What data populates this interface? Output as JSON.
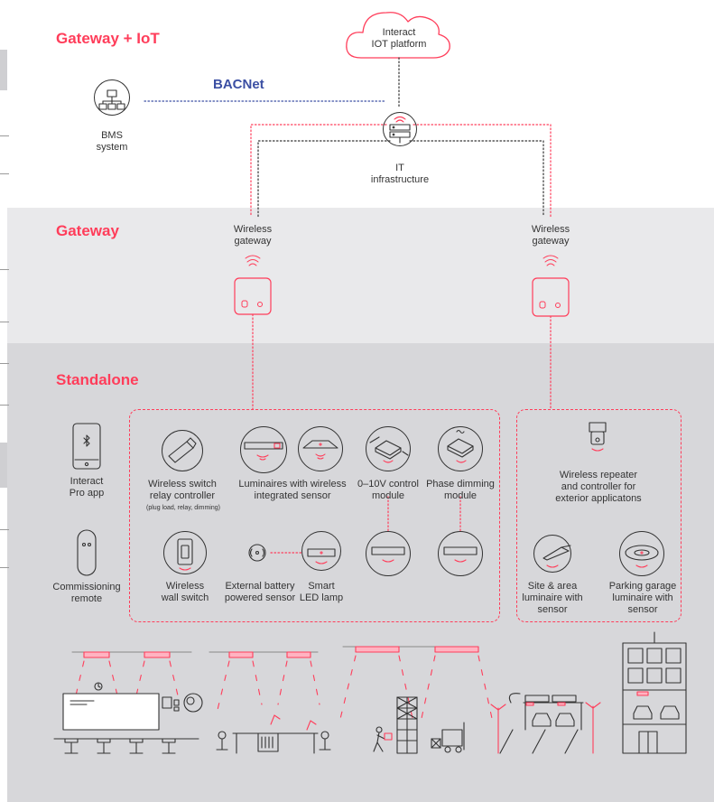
{
  "zones": {
    "gateway_iot": "Gateway + IoT",
    "gateway": "Gateway",
    "standalone": "Standalone"
  },
  "cloud": {
    "line1": "Interact",
    "line2": "IOT platform"
  },
  "bms": {
    "line1": "BMS",
    "line2": "system"
  },
  "bacnet": "BACNet",
  "it": {
    "line1": "IT",
    "line2": "infrastructure"
  },
  "gateways": {
    "left": {
      "line1": "Wireless",
      "line2": "gateway"
    },
    "right": {
      "line1": "Wireless",
      "line2": "gateway"
    }
  },
  "tools": {
    "app": {
      "line1": "Interact",
      "line2": "Pro app"
    },
    "remote": {
      "line1": "Commissioning",
      "line2": "remote"
    }
  },
  "devices": {
    "switch_relay": {
      "line1": "Wireless switch",
      "line2": "relay controller",
      "note": "(plug load, relay, dimming)"
    },
    "luminaires": {
      "line1": "Luminaires with wireless",
      "line2": "integrated sensor"
    },
    "control_010": {
      "line1": "0–10V control",
      "line2": "module"
    },
    "phase": {
      "line1": "Phase dimming",
      "line2": "module"
    },
    "wall_switch": {
      "line1": "Wireless",
      "line2": "wall switch"
    },
    "battery_sensor": {
      "line1": "External battery",
      "line2": "powered sensor"
    },
    "led_lamp": {
      "line1": "Smart",
      "line2": "LED lamp"
    },
    "repeater": {
      "line1": "Wireless repeater",
      "line2": "and controller for",
      "line3": "exterior applicatons"
    },
    "site_area": {
      "line1": "Site & area",
      "line2": "luminaire with",
      "line3": "sensor"
    },
    "parking": {
      "line1": "Parking garage",
      "line2": "luminaire with",
      "line3": "sensor"
    }
  },
  "colors": {
    "accent": "#ff3d5a",
    "bacnet": "#3b4fa3",
    "dark": "#333333"
  }
}
